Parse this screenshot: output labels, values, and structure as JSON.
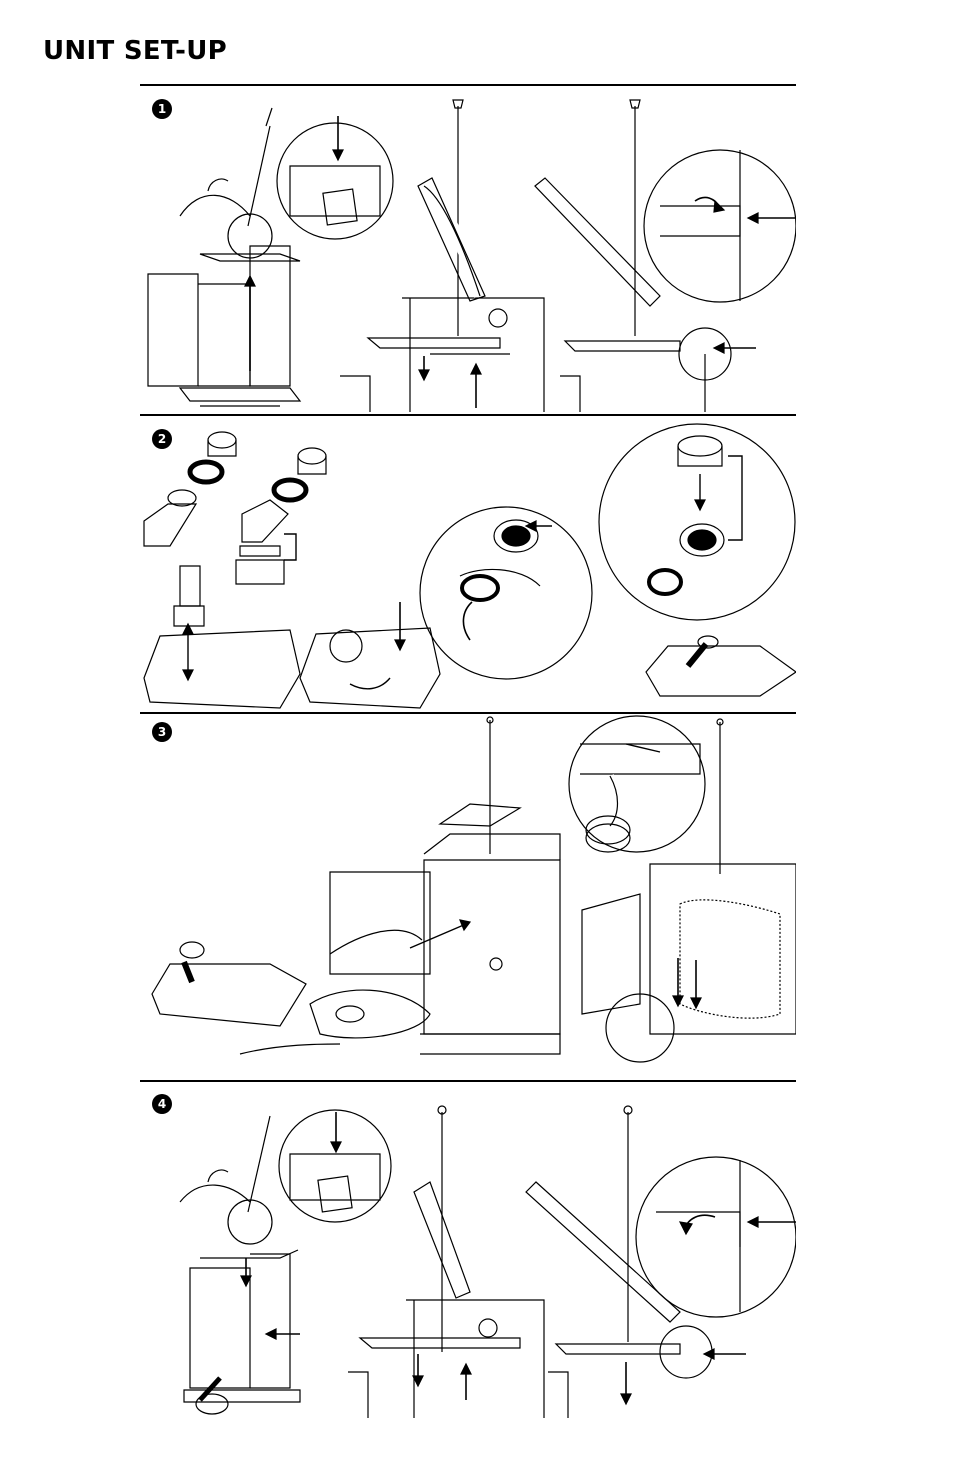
{
  "document": {
    "title": "UNIT SET-UP"
  },
  "steps": [
    {
      "number": "1"
    },
    {
      "number": "2"
    },
    {
      "number": "3"
    },
    {
      "number": "4"
    }
  ],
  "colors": {
    "ink": "#000000",
    "paper": "#ffffff",
    "shade": "#d9d9d9"
  }
}
